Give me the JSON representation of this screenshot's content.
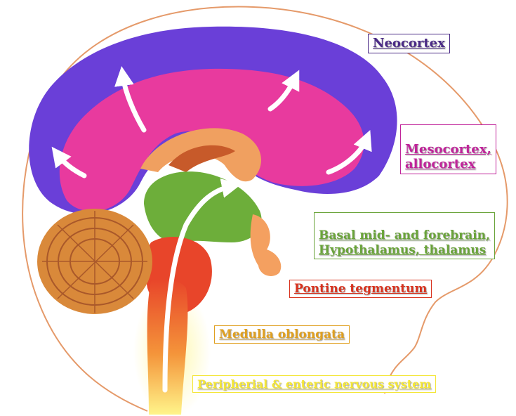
{
  "labels": {
    "neocortex": {
      "text": "Neocortex",
      "color": "#4a2a86"
    },
    "mesocortex": {
      "text": "Mesocortex,\nallocortex",
      "color": "#c0249a"
    },
    "basal": {
      "text": "Basal mid- and forebrain,\nHypothalamus, thalamus",
      "color": "#6aa43a"
    },
    "pontine": {
      "text": "Pontine tegmentum",
      "color": "#d8321e"
    },
    "medulla": {
      "text": "Medulla oblongata",
      "color": "#e0a020"
    },
    "peripheral": {
      "text": "Peripherial & enteric nervous system",
      "color": "#f4e638"
    }
  },
  "colors": {
    "neocortex_region": "#6a3fd8",
    "mesocortex_region": "#e83a9e",
    "basal_region": "#6dae3a",
    "pontine_region": "#e8452a",
    "medulla_region": "#f2a23a",
    "cerebellum": "#d9893a",
    "head_outline": "#e59a6a",
    "arrows": "#ffffff"
  }
}
